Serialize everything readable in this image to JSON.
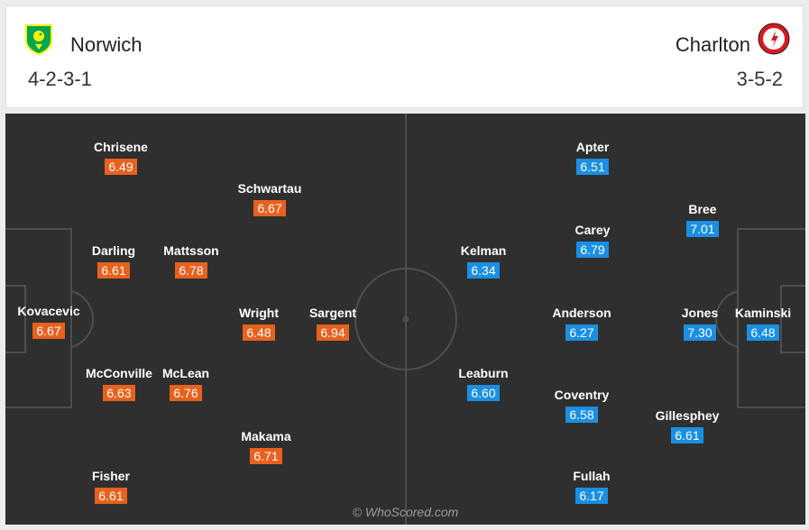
{
  "home": {
    "name": "Norwich",
    "formation": "4-2-3-1",
    "color": "#e8611e",
    "players": [
      {
        "name": "Kovacevic",
        "rating": "6.67"
      },
      {
        "name": "Chrisene",
        "rating": "6.49"
      },
      {
        "name": "Darling",
        "rating": "6.61"
      },
      {
        "name": "McConville",
        "rating": "6.63"
      },
      {
        "name": "Fisher",
        "rating": "6.61"
      },
      {
        "name": "Mattsson",
        "rating": "6.78"
      },
      {
        "name": "McLean",
        "rating": "6.76"
      },
      {
        "name": "Schwartau",
        "rating": "6.67"
      },
      {
        "name": "Wright",
        "rating": "6.48"
      },
      {
        "name": "Makama",
        "rating": "6.71"
      },
      {
        "name": "Sargent",
        "rating": "6.94"
      }
    ]
  },
  "away": {
    "name": "Charlton",
    "formation": "3-5-2",
    "color": "#1a8fe3",
    "players": [
      {
        "name": "Kaminski",
        "rating": "6.48"
      },
      {
        "name": "Bree",
        "rating": "7.01"
      },
      {
        "name": "Jones",
        "rating": "7.30"
      },
      {
        "name": "Gillesphey",
        "rating": "6.61"
      },
      {
        "name": "Apter",
        "rating": "6.51"
      },
      {
        "name": "Carey",
        "rating": "6.79"
      },
      {
        "name": "Anderson",
        "rating": "6.27"
      },
      {
        "name": "Coventry",
        "rating": "6.58"
      },
      {
        "name": "Fullah",
        "rating": "6.17"
      },
      {
        "name": "Kelman",
        "rating": "6.34"
      },
      {
        "name": "Leaburn",
        "rating": "6.60"
      }
    ]
  },
  "watermark": "© WhoScored.com",
  "icons": {
    "home_crest": "norwich-crest-icon",
    "away_crest": "charlton-crest-icon"
  }
}
